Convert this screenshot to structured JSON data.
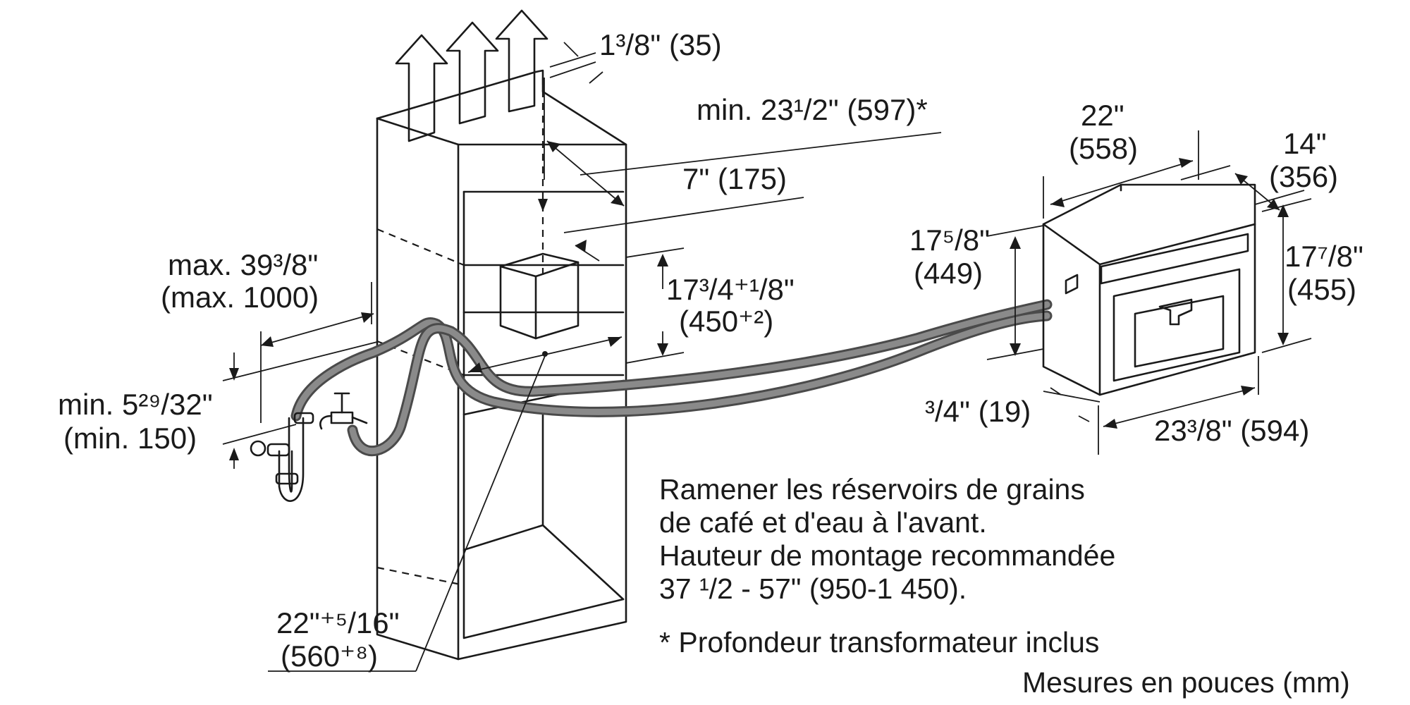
{
  "dimensions": {
    "top_gap": "1³/8\" (35)",
    "cabinet_depth": "min. 23¹/2\" (597)*",
    "niche_depth": "7\" (175)",
    "niche_height": {
      "line1": "17³/4⁺¹/8\"",
      "line2": "(450⁺²)"
    },
    "hose_length": {
      "line1": "max. 39³/8\"",
      "line2": "(max. 1000)"
    },
    "drain_height": {
      "line1": "min. 5²⁹/32\"",
      "line2": "(min. 150)"
    },
    "niche_width": {
      "line1": "22\"⁺⁵/16\"",
      "line2": "(560⁺⁸)"
    },
    "appliance_width": {
      "line1": "22\"",
      "line2": "(558)"
    },
    "appliance_depth": {
      "line1": "14\"",
      "line2": "(356)"
    },
    "appliance_height_left": {
      "line1": "17⁵/8\"",
      "line2": "(449)"
    },
    "appliance_height_right": {
      "line1": "17⁷/8\"",
      "line2": "(455)"
    },
    "front_offset": "³/4\" (19)",
    "front_width": "23³/8\" (594)"
  },
  "notes": {
    "line1": "Ramener les réservoirs de grains",
    "line2": "de café et d'eau à l'avant.",
    "line3": "Hauteur de montage recommandée",
    "line4": "37 ¹/2 - 57\" (950-1 450).",
    "footnote": "* Profondeur transformateur inclus",
    "units": "Mesures en pouces (mm)"
  }
}
